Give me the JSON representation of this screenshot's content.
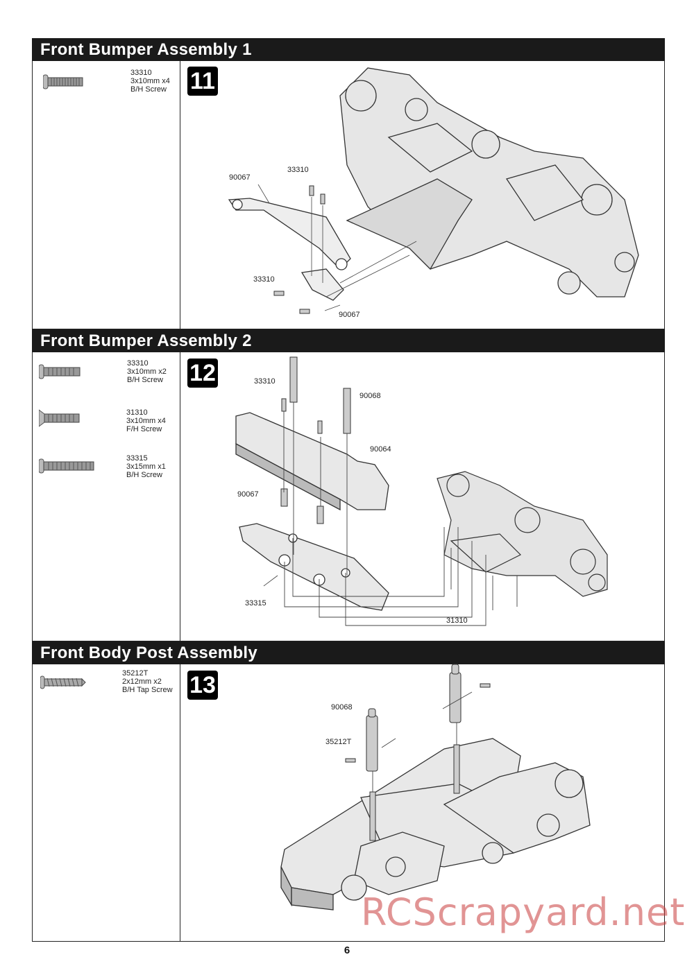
{
  "sections": [
    {
      "title": "Front Bumper Assembly 1",
      "step": "11",
      "parts": [
        {
          "code": "33310",
          "size": "3x10mm x4",
          "type": "B/H Screw",
          "icon": "button-head-screw-icon"
        }
      ],
      "callouts": [
        "90067",
        "33310",
        "33310",
        "90067"
      ]
    },
    {
      "title": "Front Bumper Assembly 2",
      "step": "12",
      "parts": [
        {
          "code": "33310",
          "size": "3x10mm x2",
          "type": "B/H Screw",
          "icon": "button-head-screw-icon"
        },
        {
          "code": "31310",
          "size": "3x10mm x4",
          "type": "F/H Screw",
          "icon": "flat-head-screw-icon"
        },
        {
          "code": "33315",
          "size": "3x15mm x1",
          "type": "B/H Screw",
          "icon": "button-head-screw-icon"
        }
      ],
      "callouts": [
        "33310",
        "90068",
        "90064",
        "90067",
        "33315",
        "31310"
      ]
    },
    {
      "title": "Front Body Post Assembly",
      "step": "13",
      "parts": [
        {
          "code": "35212T",
          "size": "2x12mm x2",
          "type": "B/H Tap Screw",
          "icon": "tap-screw-icon"
        }
      ],
      "callouts": [
        "90068",
        "35212T"
      ]
    }
  ],
  "page_number": "6",
  "watermark": "RCScrapyard.net"
}
